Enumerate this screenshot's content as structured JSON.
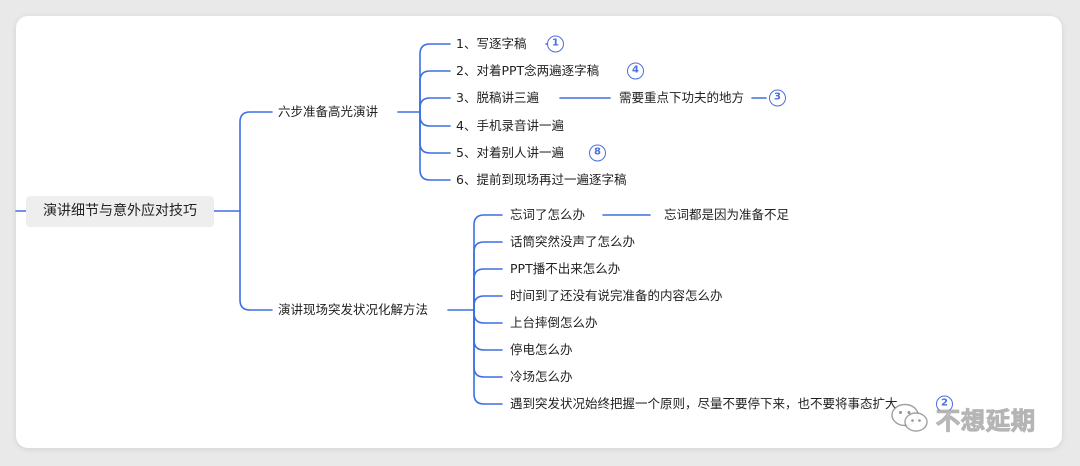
{
  "colors": {
    "connector": "#3b6fe3",
    "badge": "#4a6fe0",
    "root_bg": "#eeeeef",
    "text": "#222222"
  },
  "mindmap": {
    "root": "演讲细节与意外应对技巧",
    "branches": [
      {
        "label": "六步准备高光演讲",
        "children": [
          {
            "label": "1、写逐字稿",
            "badge": "1"
          },
          {
            "label": "2、对着PPT念两遍逐字稿",
            "badge": "4"
          },
          {
            "label": "3、脱稿讲三遍",
            "note": "需要重点下功夫的地方",
            "badge": "3"
          },
          {
            "label": "4、手机录音讲一遍"
          },
          {
            "label": "5、对着别人讲一遍",
            "badge": "8"
          },
          {
            "label": "6、提前到现场再过一遍逐字稿"
          }
        ]
      },
      {
        "label": "演讲现场突发状况化解方法",
        "children": [
          {
            "label": "忘词了怎么办",
            "note": "忘词都是因为准备不足"
          },
          {
            "label": "话筒突然没声了怎么办"
          },
          {
            "label": "PPT播不出来怎么办"
          },
          {
            "label": "时间到了还没有说完准备的内容怎么办"
          },
          {
            "label": "上台摔倒怎么办"
          },
          {
            "label": "停电怎么办"
          },
          {
            "label": "冷场怎么办"
          },
          {
            "label": "遇到突发状况始终把握一个原则，尽量不要停下来，也不要将事态扩大",
            "badge": "2"
          }
        ]
      }
    ]
  },
  "watermark": {
    "text": "不想延期",
    "icon": "wechat-icon"
  }
}
